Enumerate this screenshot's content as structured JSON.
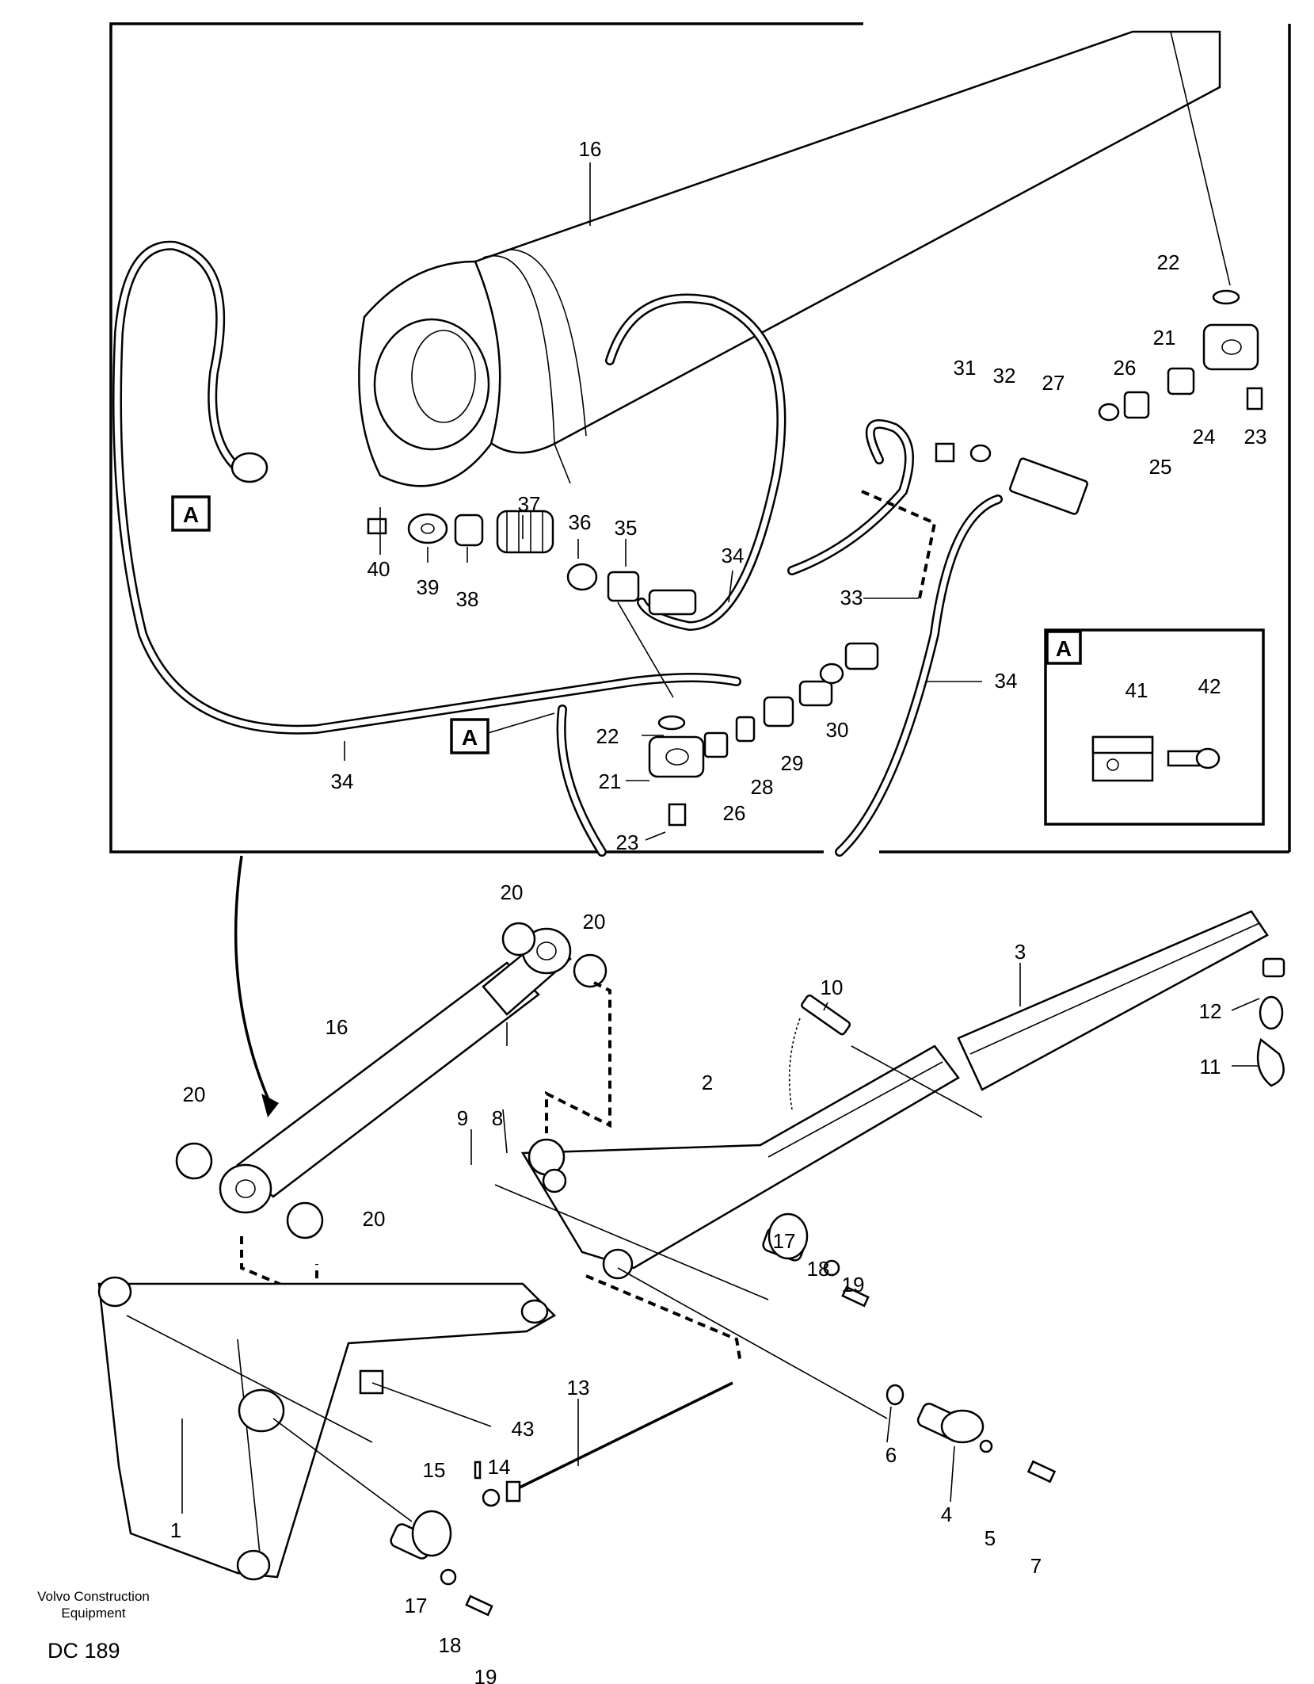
{
  "diagram": {
    "callouts": [
      "1",
      "2",
      "3",
      "4",
      "5",
      "6",
      "7",
      "8",
      "9",
      "10",
      "11",
      "12",
      "13",
      "14",
      "15",
      "16",
      "16",
      "17",
      "17",
      "18",
      "18",
      "19",
      "19",
      "20",
      "20",
      "20",
      "20",
      "21",
      "21",
      "22",
      "22",
      "23",
      "23",
      "24",
      "25",
      "26",
      "26",
      "27",
      "28",
      "29",
      "30",
      "31",
      "32",
      "33",
      "34",
      "34",
      "34",
      "35",
      "36",
      "37",
      "38",
      "39",
      "40",
      "41",
      "42",
      "43"
    ],
    "detail_tags": [
      "A",
      "A",
      "A"
    ],
    "brand_line1": "Volvo Construction",
    "brand_line2": "Equipment",
    "drawing_code": "DC 189"
  }
}
